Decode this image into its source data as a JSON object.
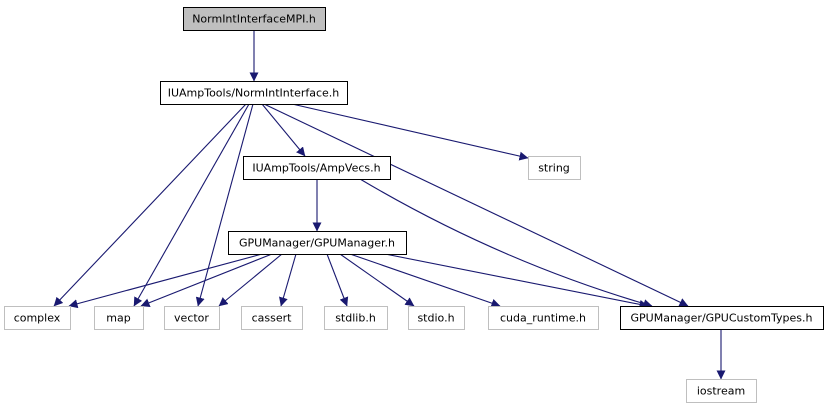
{
  "colors": {
    "edge": "#191970",
    "root_fill": "#bfbfbf",
    "root_border": "#000000",
    "local_border": "#000000",
    "external_border": "#bfbfbf",
    "text": "#000000"
  },
  "nodes": [
    {
      "id": "normintmpi",
      "label": "NormIntInterfaceMPI.h",
      "kind": "root"
    },
    {
      "id": "normint",
      "label": "IUAmpTools/NormIntInterface.h",
      "kind": "local"
    },
    {
      "id": "ampvecs",
      "label": "IUAmpTools/AmpVecs.h",
      "kind": "local"
    },
    {
      "id": "string",
      "label": "string",
      "kind": "external"
    },
    {
      "id": "gpumanager",
      "label": "GPUManager/GPUManager.h",
      "kind": "local"
    },
    {
      "id": "complex",
      "label": "complex",
      "kind": "external"
    },
    {
      "id": "map",
      "label": "map",
      "kind": "external"
    },
    {
      "id": "vector",
      "label": "vector",
      "kind": "external"
    },
    {
      "id": "cassert",
      "label": "cassert",
      "kind": "external"
    },
    {
      "id": "stdlib",
      "label": "stdlib.h",
      "kind": "external"
    },
    {
      "id": "stdio",
      "label": "stdio.h",
      "kind": "external"
    },
    {
      "id": "cuda",
      "label": "cuda_runtime.h",
      "kind": "external"
    },
    {
      "id": "gpucustom",
      "label": "GPUManager/GPUCustomTypes.h",
      "kind": "local"
    },
    {
      "id": "iostream",
      "label": "iostream",
      "kind": "external"
    }
  ],
  "edges": [
    {
      "from": "normintmpi",
      "to": "normint"
    },
    {
      "from": "normint",
      "to": "ampvecs"
    },
    {
      "from": "normint",
      "to": "string"
    },
    {
      "from": "normint",
      "to": "complex"
    },
    {
      "from": "normint",
      "to": "map"
    },
    {
      "from": "normint",
      "to": "vector"
    },
    {
      "from": "normint",
      "to": "gpucustom"
    },
    {
      "from": "ampvecs",
      "to": "gpumanager"
    },
    {
      "from": "ampvecs",
      "to": "gpucustom"
    },
    {
      "from": "gpumanager",
      "to": "complex"
    },
    {
      "from": "gpumanager",
      "to": "map"
    },
    {
      "from": "gpumanager",
      "to": "vector"
    },
    {
      "from": "gpumanager",
      "to": "cassert"
    },
    {
      "from": "gpumanager",
      "to": "stdlib"
    },
    {
      "from": "gpumanager",
      "to": "stdio"
    },
    {
      "from": "gpumanager",
      "to": "cuda"
    },
    {
      "from": "gpumanager",
      "to": "gpucustom"
    },
    {
      "from": "gpucustom",
      "to": "iostream"
    }
  ]
}
